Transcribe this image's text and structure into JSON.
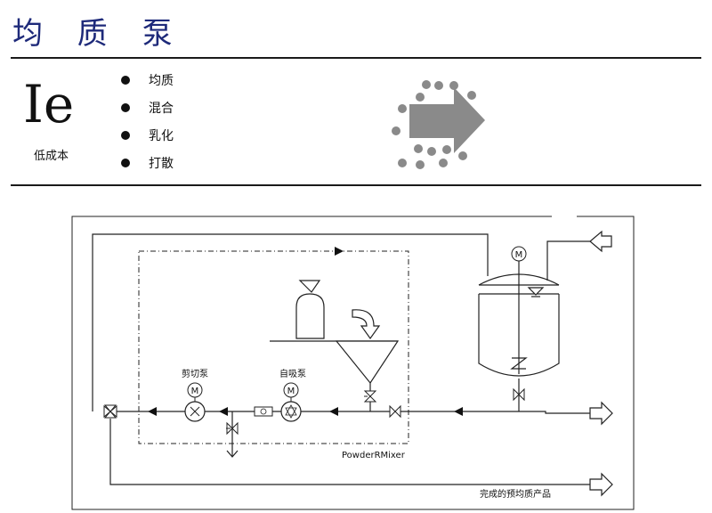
{
  "header": {
    "title": "均 质 泵",
    "badge_letter": "Ie",
    "badge_caption": "低成本",
    "features": [
      "均质",
      "混合",
      "乳化",
      "打散"
    ]
  },
  "diagram": {
    "shear_pump_label": "剪切泵",
    "self_priming_pump_label": "自吸泵",
    "motor_symbol": "M",
    "unit_label": "PowderRMixer",
    "outlet_label": "完成的预均质产品"
  }
}
